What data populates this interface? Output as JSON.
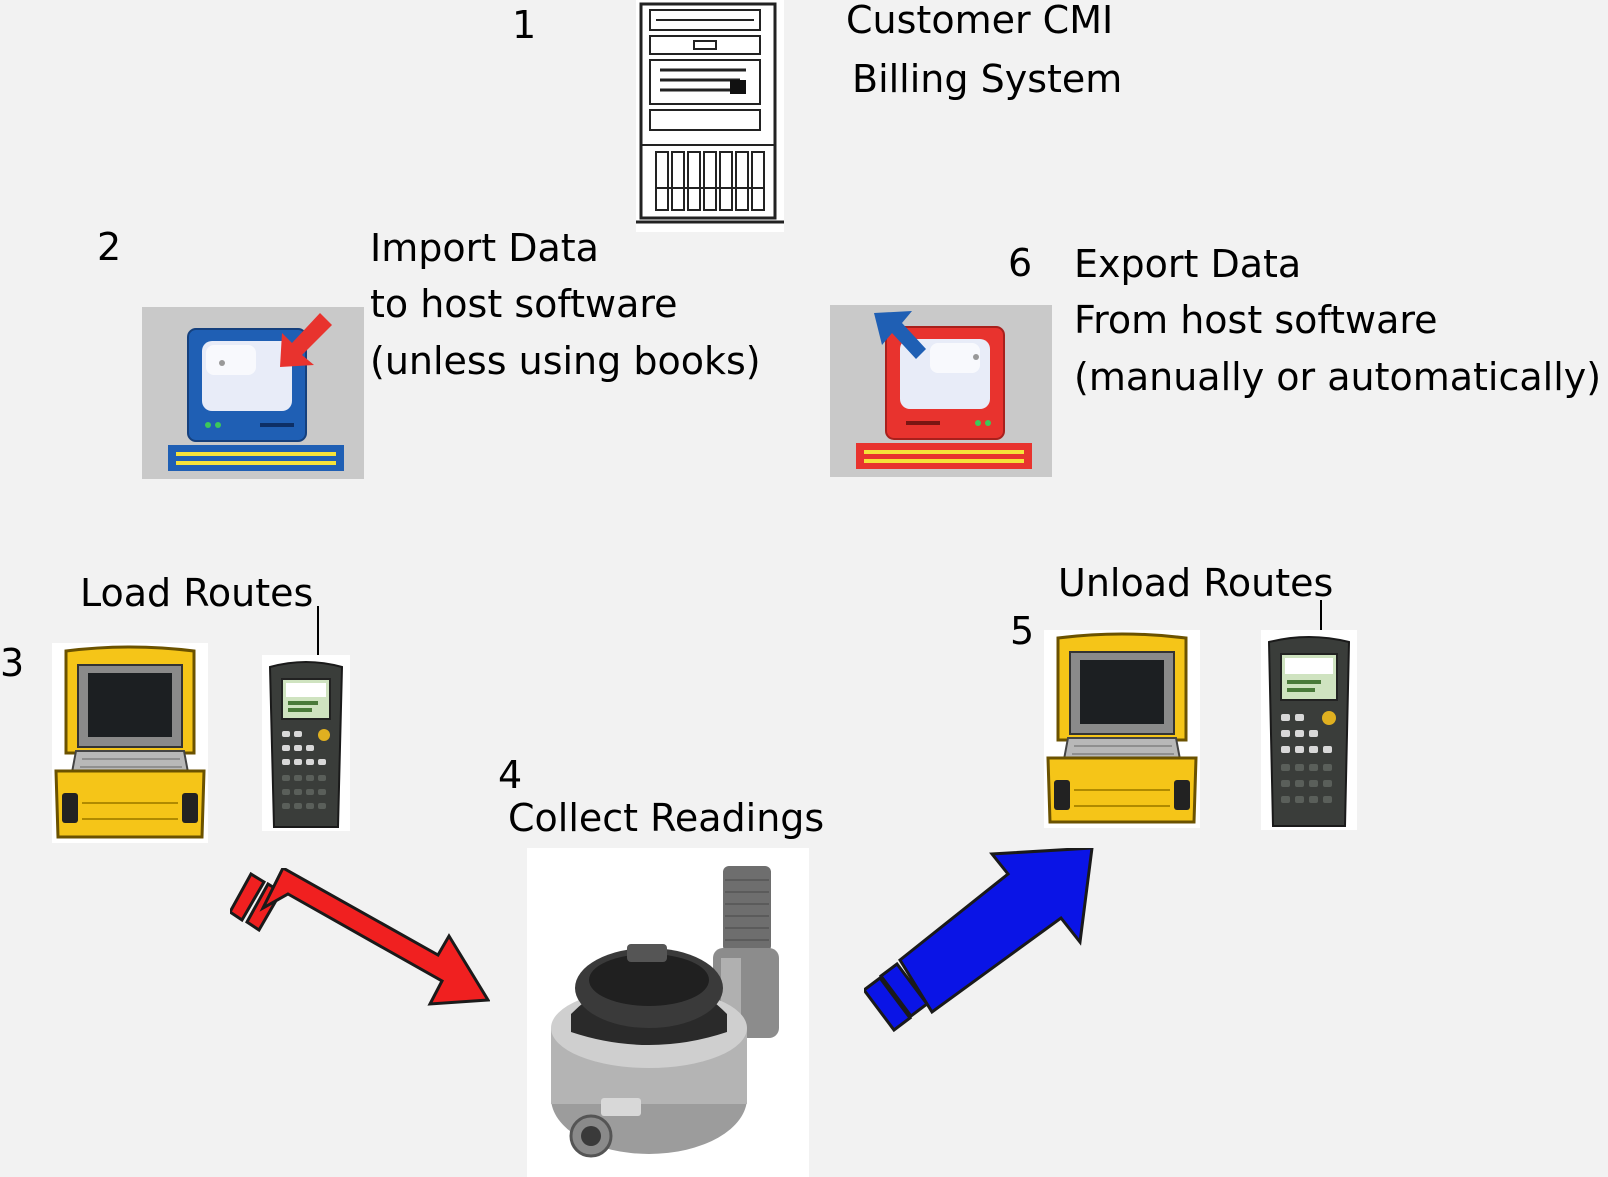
{
  "steps": {
    "billing": {
      "number": "1",
      "line1": "Customer CMI",
      "line2": "Billing System"
    },
    "import": {
      "number": "2",
      "line1": "Import Data",
      "line2": "to host software",
      "line3": "(unless using books)"
    },
    "load": {
      "number": "3",
      "label": "Load Routes"
    },
    "collect": {
      "number": "4",
      "label": "Collect Readings"
    },
    "unload": {
      "number": "5",
      "label": "Unload Routes"
    },
    "export": {
      "number": "6",
      "line1": "Export Data",
      "line2": "From host software",
      "line3": "(manually or automatically)"
    }
  },
  "icons": {
    "server": "server-tower-icon",
    "import_pc": "import-computer-icon",
    "export_pc": "export-computer-icon",
    "laptop_case": "rugged-laptop-case-icon",
    "handheld": "handheld-reader-icon",
    "meter": "water-meter-transmitter-icon",
    "arrow_to_meter": "red-arrow-icon",
    "arrow_from_meter": "blue-arrow-icon"
  },
  "colors": {
    "background": "#f2f2f2",
    "import_accent": "#1f5fb4",
    "export_accent": "#e8332e",
    "arrow_red": "#f02020",
    "arrow_blue": "#0a14e6",
    "case_yellow": "#f5c518"
  }
}
